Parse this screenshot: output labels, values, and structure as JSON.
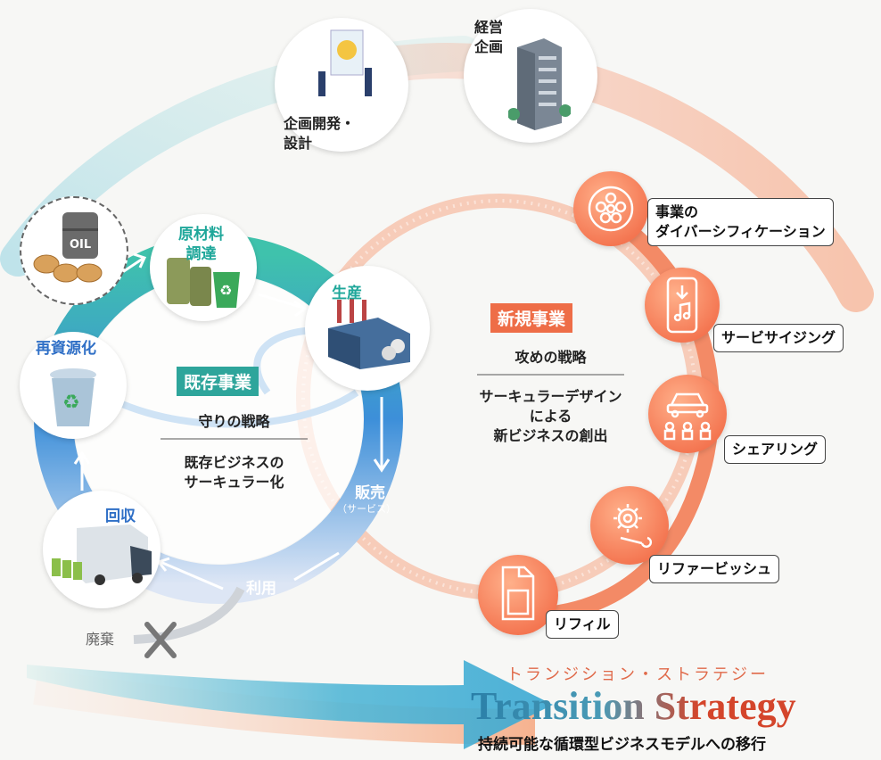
{
  "top": {
    "planning_dev": [
      "企画開発・",
      "設計"
    ],
    "management": [
      "経営",
      "企画"
    ]
  },
  "existing": {
    "raw_material": [
      "原材料",
      "調達"
    ],
    "production": "生産",
    "recycling": "再資源化",
    "collection": "回収",
    "sales": "販売",
    "sales_sub": "（サービス）",
    "use": "利用",
    "disposal": "廃棄",
    "badge": "既存事業",
    "strategy": "守りの戦略",
    "description": [
      "既存ビジネスの",
      "サーキュラー化"
    ],
    "oil_label": "OIL"
  },
  "new_business": {
    "badge": "新規事業",
    "strategy": "攻めの戦略",
    "description": [
      "サーキュラーデザイン",
      "による",
      "新ビジネスの創出"
    ],
    "items": [
      {
        "label": [
          "事業の",
          "ダイバーシフィケーション"
        ],
        "icon": "circle-network-icon"
      },
      {
        "label": [
          "サービサイジング"
        ],
        "icon": "smartphone-music-icon"
      },
      {
        "label": [
          "シェアリング"
        ],
        "icon": "car-sharing-icon"
      },
      {
        "label": [
          "リファービッシュ"
        ],
        "icon": "gear-wrench-icon"
      },
      {
        "label": [
          "リフィル"
        ],
        "icon": "refill-pack-icon"
      }
    ]
  },
  "footer": {
    "kana": "トランジション・ストラテジー",
    "title": "Transition Strategy",
    "subtitle": "持続可能な循環型ビジネスモデルへの移行"
  },
  "colors": {
    "teal": "#1fa79a",
    "blue": "#2f6fc6",
    "orange": "#f0603c",
    "title_blue": "#2a7fa8",
    "title_red": "#d4452b"
  }
}
